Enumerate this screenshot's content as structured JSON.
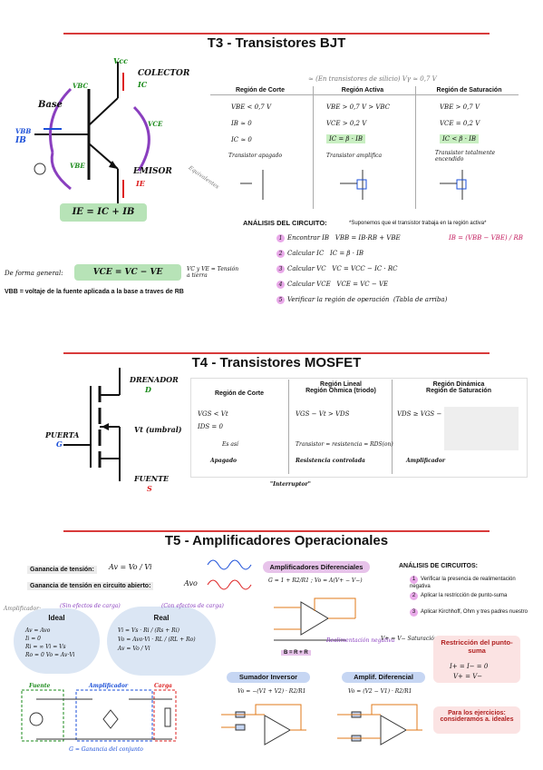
{
  "t3": {
    "title": "T3 - Transistores BJT",
    "labels": {
      "collector": "COLECTOR",
      "base": "Base",
      "emitter": "EMISOR",
      "vcc": "Vcc",
      "vbc": "VBC",
      "vce": "VCE",
      "vbe": "VBE",
      "vbb": "VBB",
      "ib": "IB",
      "ic": "IC",
      "ie": "IE",
      "icv": "IC"
    },
    "key_equation": "IE  =  IC  +  IB",
    "vbe_note": "≈ (En transistores de silicio) Vγ ≈ 0,7 V",
    "regions": {
      "corte": {
        "header": "Región de Corte",
        "rows": [
          "VBE < 0,7 V",
          "IB ≈ 0",
          "IC ≈ 0"
        ],
        "desc": "Transistor apagado"
      },
      "activa": {
        "header": "Región Activa",
        "rows": [
          "VBE > 0,7 V > VBC",
          "VCE > 0,2 V",
          "IC = β · IB"
        ],
        "desc": "Transistor amplifica"
      },
      "saturacion": {
        "header": "Región de Saturación",
        "rows": [
          "VBE > 0,7 V",
          "VCE = 0,2 V",
          "IC < β · IB"
        ],
        "desc": "Transistor totalmente encendido"
      }
    },
    "equivalentes": "Equivalentes",
    "general_lead": "De forma general:",
    "general_eq": "VCE  =  VC  −  VE",
    "general_note": "VC y VE = Tensión a tierra",
    "vbb_desc": "VBB = voltaje de la fuente aplicada a la base a traves de RB",
    "analysis_title": "ANÁLISIS DEL CIRCUITO:",
    "analysis_step0": "*Suponemos que el transistor trabaja en la región activa*",
    "analysis_steps": [
      {
        "n": "1",
        "label": "Encontrar IB",
        "eq": "VBB = IB·RB + VBE"
      },
      {
        "n": "2",
        "label": "Calcular IC",
        "eq": "IC = β · IB"
      },
      {
        "n": "3",
        "label": "Calcular VC",
        "eq": "VC = VCC − IC · RC"
      },
      {
        "n": "4",
        "label": "Calcular VCE",
        "eq": "VCE = VC − VE"
      },
      {
        "n": "5",
        "label": "Verificar la región de operación",
        "eq": "(Tabla de arriba)"
      }
    ],
    "ib_result": "IB = (VBB − VBE) / RB"
  },
  "t4": {
    "title": "T4 - Transistores MOSFET",
    "labels": {
      "drain": "DRENADOR",
      "d": "D",
      "gate": "PUERTA",
      "g": "G",
      "source": "FUENTE",
      "s": "S",
      "vth": "Vt (umbral)"
    },
    "regions": {
      "corte": {
        "header": "Región de Corte",
        "rows": [
          "VGS < Vt",
          "IDS = 0"
        ],
        "note": "Es así",
        "desc": "Apagado"
      },
      "lineal": {
        "header": "Región Lineal\nRegión Ohmica (triodo)",
        "rows": [
          "VGS − Vt > VDS"
        ],
        "note": "Transistor = resistencia = RDS(on)",
        "desc": "Resistencia controlada"
      },
      "dinamica": {
        "header": "Región Dinámica\nRegión de Saturación",
        "rows": [
          "VDS ≥ VGS − Vt"
        ],
        "desc": "Amplificador"
      }
    },
    "interruptor": "\"Interruptor\""
  },
  "t5": {
    "title": "T5 - Amplificadores Operacionales",
    "gain": "Ganancia de tensión:",
    "gain_eq": "Av = Vo / Vi",
    "gain_open": "Ganancia de tensión en circuito abierto:",
    "gain_open_eq": "Avo",
    "amp_label": "Amplificador:",
    "ideal": {
      "title": "Ideal",
      "note": "(Sin efectos de carga)",
      "rows": [
        "Av = Avo",
        "Ii = 0",
        "Ri = ∞    Vi = Vs",
        "Ro = 0    Vo = Av·Vi"
      ]
    },
    "real": {
      "title": "Real",
      "note": "(Con efectos de carga)",
      "rows": [
        "Vi = Vs · Ri / (Rs + Ri)",
        "Vo = Avo·Vi · RL / (RL + Ro)",
        "Av = Vo / Vi"
      ]
    },
    "fuente": "Fuente",
    "amplificador": "Amplificador",
    "carga": "Carga",
    "g_note": "G = Ganancia del conjunto",
    "diff_amp": {
      "title": "Amplificadores Diferenciales",
      "eq": "G = 1 + R2/R1 ; Vo = A(V+ − V−)",
      "feedback": "Realimentación negativa",
      "b": "B = R + R"
    },
    "sum_inv": {
      "title": "Sumador Inversor",
      "eq": "Vo = −(V1 + V2) · R2/R1"
    },
    "diff": {
      "title": "Amplif. Diferencial",
      "eq": "Vo = (V2 − V1) · R2/R1"
    },
    "analysis_title": "ANÁLISIS DE CIRCUITOS:",
    "analysis_steps": [
      {
        "n": "1",
        "text": "Verificar la presencia de realimentación negativa"
      },
      {
        "n": "2",
        "text": "Aplicar la restricción de punto-suma"
      },
      {
        "n": "3",
        "text": "Aplicar Kirchhoff, Ohm y tres padres nuestro"
      }
    ],
    "vnote": "V+ = V−  Saturación",
    "restriction": {
      "title": "Restricción del punto-suma",
      "eq1": "I+ = I− = 0",
      "eq2": "V+ = V−"
    },
    "exercises": "Para los ejercicios: consideramos a. ideales"
  }
}
